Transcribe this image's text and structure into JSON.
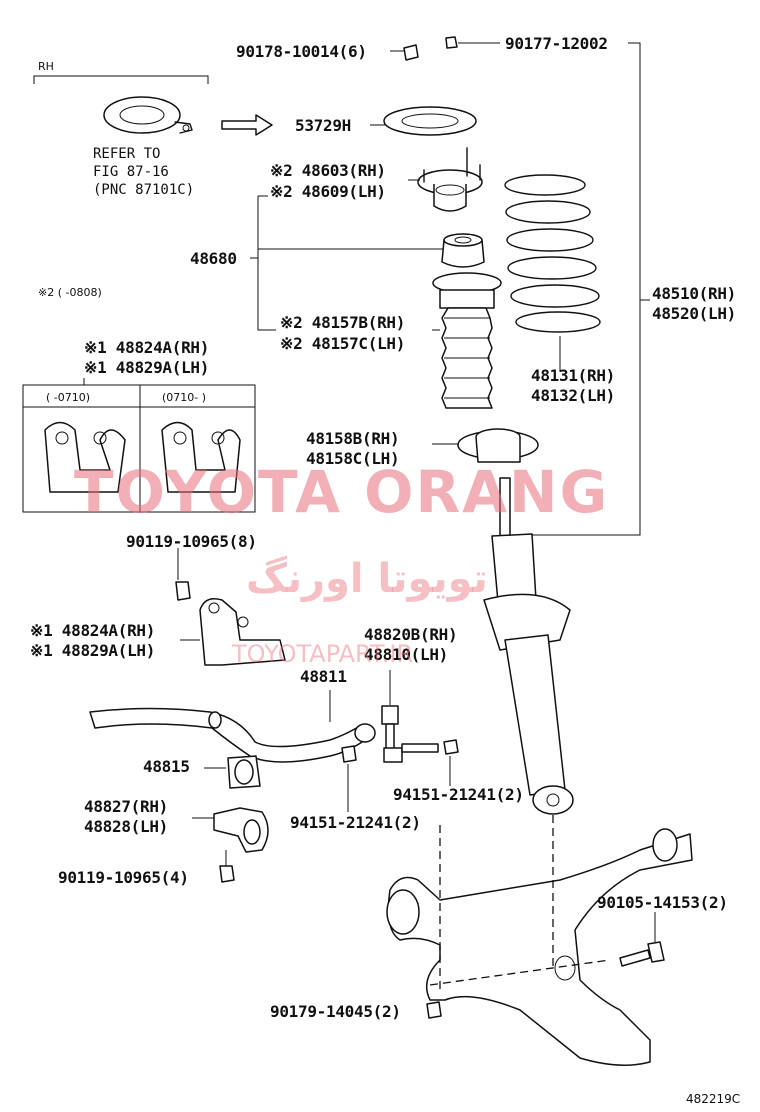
{
  "rh_label": "RH",
  "refer": [
    "REFER TO",
    "FIG 87-16",
    "(PNC 87101C)"
  ],
  "note2_date": "※2 (     -0808)",
  "box_left_header": "(   -0710)",
  "box_right_header": "(0710-    )",
  "labels": {
    "p90178": "90178-10014(6)",
    "p90177": "90177-12002",
    "p53729": "53729H",
    "p48603": "※2 48603(RH)",
    "p48609": "※2 48609(LH)",
    "p48680": "48680",
    "p48157b": "※2 48157B(RH)",
    "p48157c": "※2 48157C(LH)",
    "p48824a_top": "※1 48824A(RH)",
    "p48829a_top": "※1 48829A(LH)",
    "p48510": "48510(RH)",
    "p48520": "48520(LH)",
    "p48131": "48131(RH)",
    "p48132": "48132(LH)",
    "p48158b": "48158B(RH)",
    "p48158c": "48158C(LH)",
    "p90119_8": "90119-10965(8)",
    "p48824a_mid": "※1 48824A(RH)",
    "p48829a_mid": "※1 48829A(LH)",
    "p48820b": "48820B(RH)",
    "p48810": "48810(LH)",
    "p48811": "48811",
    "p48815": "48815",
    "p94151_a": "94151-21241(2)",
    "p94151_b": "94151-21241(2)",
    "p48827": "48827(RH)",
    "p48828": "48828(LH)",
    "p90119_4": "90119-10965(4)",
    "p90105": "90105-14153(2)",
    "p90179": "90179-14045(2)",
    "figcode": "482219C"
  },
  "watermark": {
    "brand": "TOYOTA ORANG",
    "persian": "تویوتا اورنگ",
    "site": "TOYOTAPART.IR",
    "color": "#e8707a"
  }
}
